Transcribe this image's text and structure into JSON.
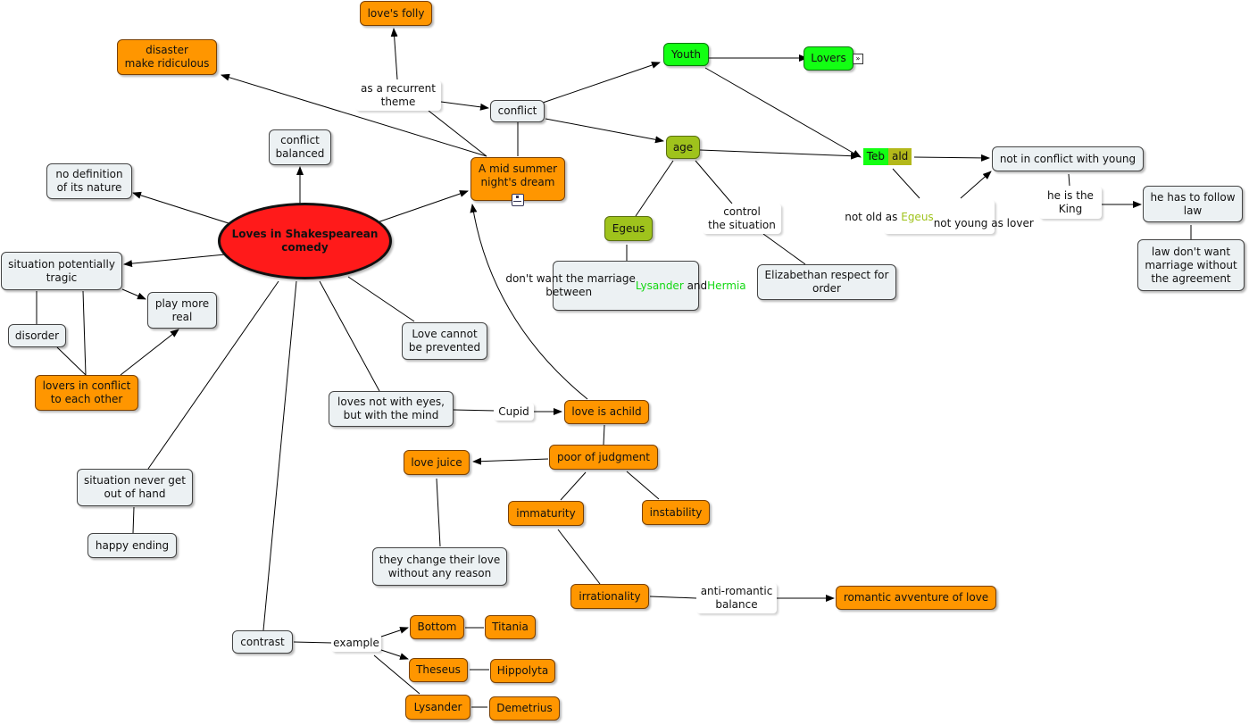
{
  "nodes": {
    "central": "Loves in Shakespearean\ncomedy",
    "mid_summer": "A mid summer\nnight's dream",
    "loves_folly": "love's folly",
    "disaster": "disaster\nmake ridiculous",
    "recurrent": "as a recurrent\ntheme",
    "conflict": "conflict",
    "youth": "Youth",
    "lovers": "Lovers",
    "age": "age",
    "teb": "Teb",
    "ald": "ald",
    "not_conflict": "not in conflict with young",
    "not_old_pre": "not old as ",
    "not_old_egeus": "Egeus",
    "not_old_post": "\nnot young as lover",
    "king": "he is the\nKing",
    "follow_law": "he has to follow\nlaw",
    "law_dont": "law don't want\nmarriage without\nthe agreement",
    "egeus": "Egeus",
    "dont_want_1": "don't want the marriage\nbetween ",
    "dont_want_lysander": "Lysander",
    "dont_want_and": " and\n",
    "dont_want_hermia": "Hermia",
    "control": "control\nthe situation",
    "elizabethan": "Elizabethan respect for\norder",
    "conflict_balanced": "conflict\nbalanced",
    "no_definition": "no definition\nof its nature",
    "situation_tragic": "situation potentially\ntragic",
    "play_real": "play more\nreal",
    "disorder": "disorder",
    "lovers_conflict": "lovers in conflict\nto each other",
    "love_prevented": "Love cannot\nbe prevented",
    "loves_eyes": "loves not with eyes,\nbut with the mind",
    "cupid": "Cupid",
    "love_child": "love is achild",
    "poor_judgment": "poor of judgment",
    "love_juice": "love juice",
    "immaturity": "immaturity",
    "instability": "instability",
    "they_change": "they change their love\nwithout any reason",
    "irrationality": "irrationality",
    "anti_romantic": "anti-romantic\nbalance",
    "romantic": "romantic avventure of love",
    "never_hand": "situation never get\nout of hand",
    "happy": "happy ending",
    "contrast": "contrast",
    "example": "example",
    "bottom": "Bottom",
    "titania": "Titania",
    "theseus": "Theseus",
    "hippolyta": "Hippolyta",
    "lysander": "Lysander",
    "demetrius": "Demetrius"
  },
  "icons": {
    "lovers_expand": "double-chevron-right-icon",
    "mid_summer_map": "concept-map-icon"
  },
  "colors": {
    "central": "#ff1a1a",
    "orange": "#ff9600",
    "green": "#13ff13",
    "olive": "#9fc31c",
    "gray": "#ecf1f3"
  }
}
